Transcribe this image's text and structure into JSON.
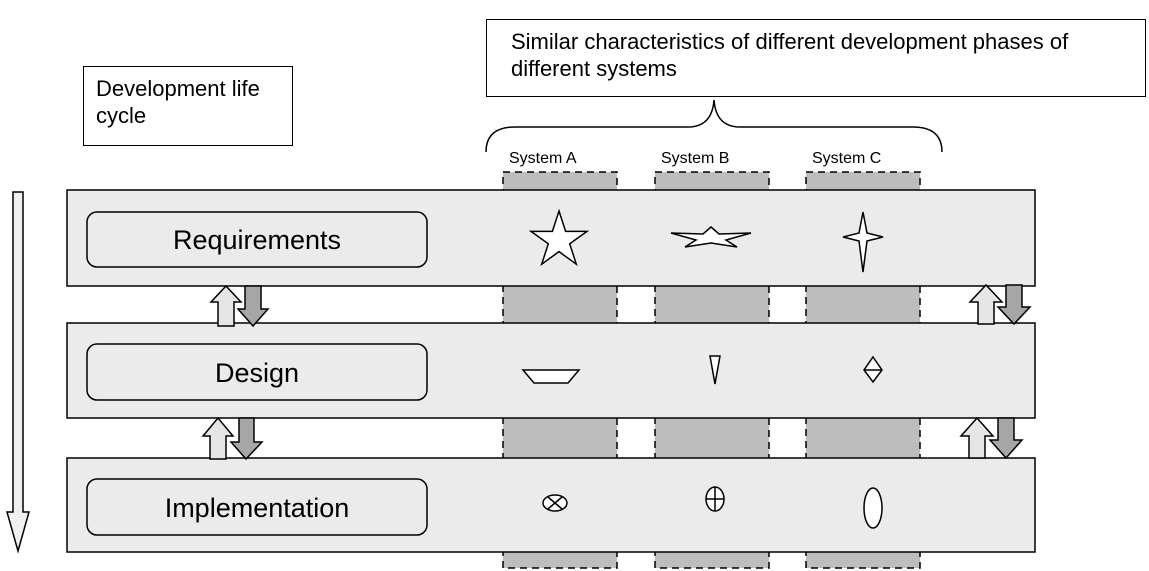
{
  "lifecycle_title": "Development life cycle",
  "similar_title": "Similar characteristics of different development phases of different systems",
  "systems": [
    "System A",
    "System B",
    "System C"
  ],
  "phases": [
    "Requirements",
    "Design",
    "Implementation"
  ],
  "colors": {
    "band_fill": "#ebebeb",
    "column_fill": "#bdbdbd",
    "arrow_up_fill": "#e6e6e6",
    "arrow_down_fill": "#a6a6a6",
    "outline": "#000000"
  },
  "characteristic_icons": {
    "requirements": [
      "star-icon",
      "flat-star-icon",
      "four-point-star-icon"
    ],
    "design": [
      "trapezoid-icon",
      "inverted-triangle-icon",
      "diamond-icon"
    ],
    "implementation": [
      "circle-x-icon",
      "circle-cross-icon",
      "ellipse-icon"
    ]
  }
}
